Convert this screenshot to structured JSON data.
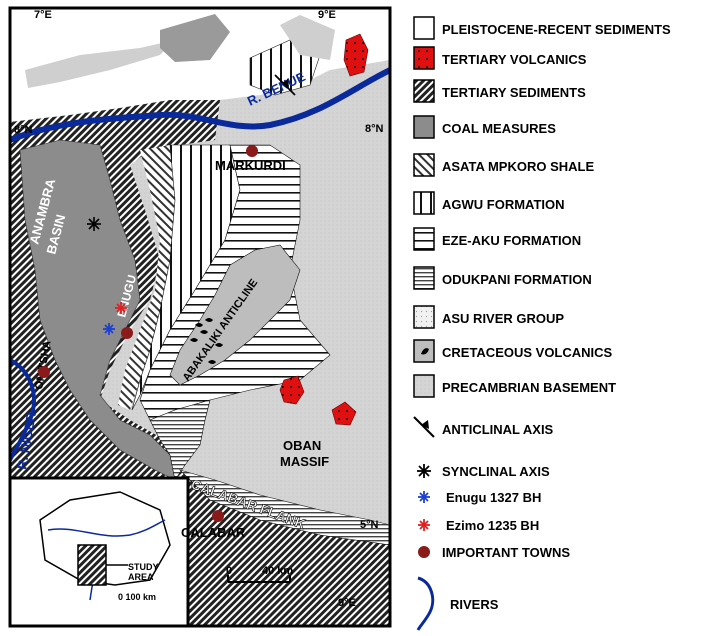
{
  "coordinates": {
    "lon7_top": "7°E",
    "lon9_top": "9°E",
    "lat8_left": "8°N",
    "lat8_right": "8°N",
    "lat5": "5°N",
    "lon9_bottom": "9°E"
  },
  "places": {
    "markurdi": "MARKURDI",
    "anambra": "ANAMBRA",
    "basin": "BASIN",
    "enugu": "ENUGU",
    "onitsha": "ONITSHA",
    "abakaliki": "ABAKALIKI ANTICLINE",
    "oban": "OBAN",
    "massif": "MASSIF",
    "calabar": "CALABAR",
    "calabar_flank": "CALABAR FLANK",
    "r_benue": "R. BENUE",
    "r_niger": "R. NIGER"
  },
  "inset": {
    "study_area_line1": "STUDY",
    "study_area_line2": "AREA",
    "scale": "0 100 km"
  },
  "scale_bar": {
    "zero": "0",
    "label": "40 km"
  },
  "legend": [
    {
      "label": "PLEISTOCENE-RECENT SEDIMENTS",
      "icon": "plain-white-box"
    },
    {
      "label": "TERTIARY VOLCANICS",
      "icon": "red-dotted-box"
    },
    {
      "label": "TERTIARY SEDIMENTS",
      "icon": "dense-diagonal-hatch-box"
    },
    {
      "label": "COAL MEASURES",
      "icon": "dark-gray-box"
    },
    {
      "label": "ASATA MPKORO SHALE",
      "icon": "back-diagonal-hatch-box"
    },
    {
      "label": "AGWU FORMATION",
      "icon": "vertical-lines-box"
    },
    {
      "label": "EZE-AKU FORMATION",
      "icon": "horizontal-lines-box"
    },
    {
      "label": "ODUKPANI FORMATION",
      "icon": "fine-horizontal-lines-box"
    },
    {
      "label": "ASU RIVER GROUP",
      "icon": "light-stipple-box"
    },
    {
      "label": "CRETACEOUS VOLCANICS",
      "icon": "gray-box-with-black-blob"
    },
    {
      "label": "PRECAMBRIAN BASEMENT",
      "icon": "light-gray-box"
    },
    {
      "label": "ANTICLINAL AXIS",
      "icon": "anticline-arrow-symbol"
    },
    {
      "label": "SYNCLINAL AXIS",
      "icon": "black-asterisk"
    },
    {
      "label": "Enugu 1327 BH",
      "icon": "blue-asterisk"
    },
    {
      "label": "Ezimo 1235 BH",
      "icon": "red-asterisk"
    },
    {
      "label": "IMPORTANT TOWNS",
      "icon": "dark-red-dot"
    },
    {
      "label": "RIVERS",
      "icon": "blue-curved-line"
    }
  ],
  "colors": {
    "river": "#0a2a9c",
    "town": "#8b1a1a",
    "tertiary_volcanics": "#e01010",
    "coal_measures": "#8c8c8c",
    "basement": "#d9d9d9",
    "enugu_bh": "#1d3fd0",
    "ezimo_bh": "#e02020"
  }
}
